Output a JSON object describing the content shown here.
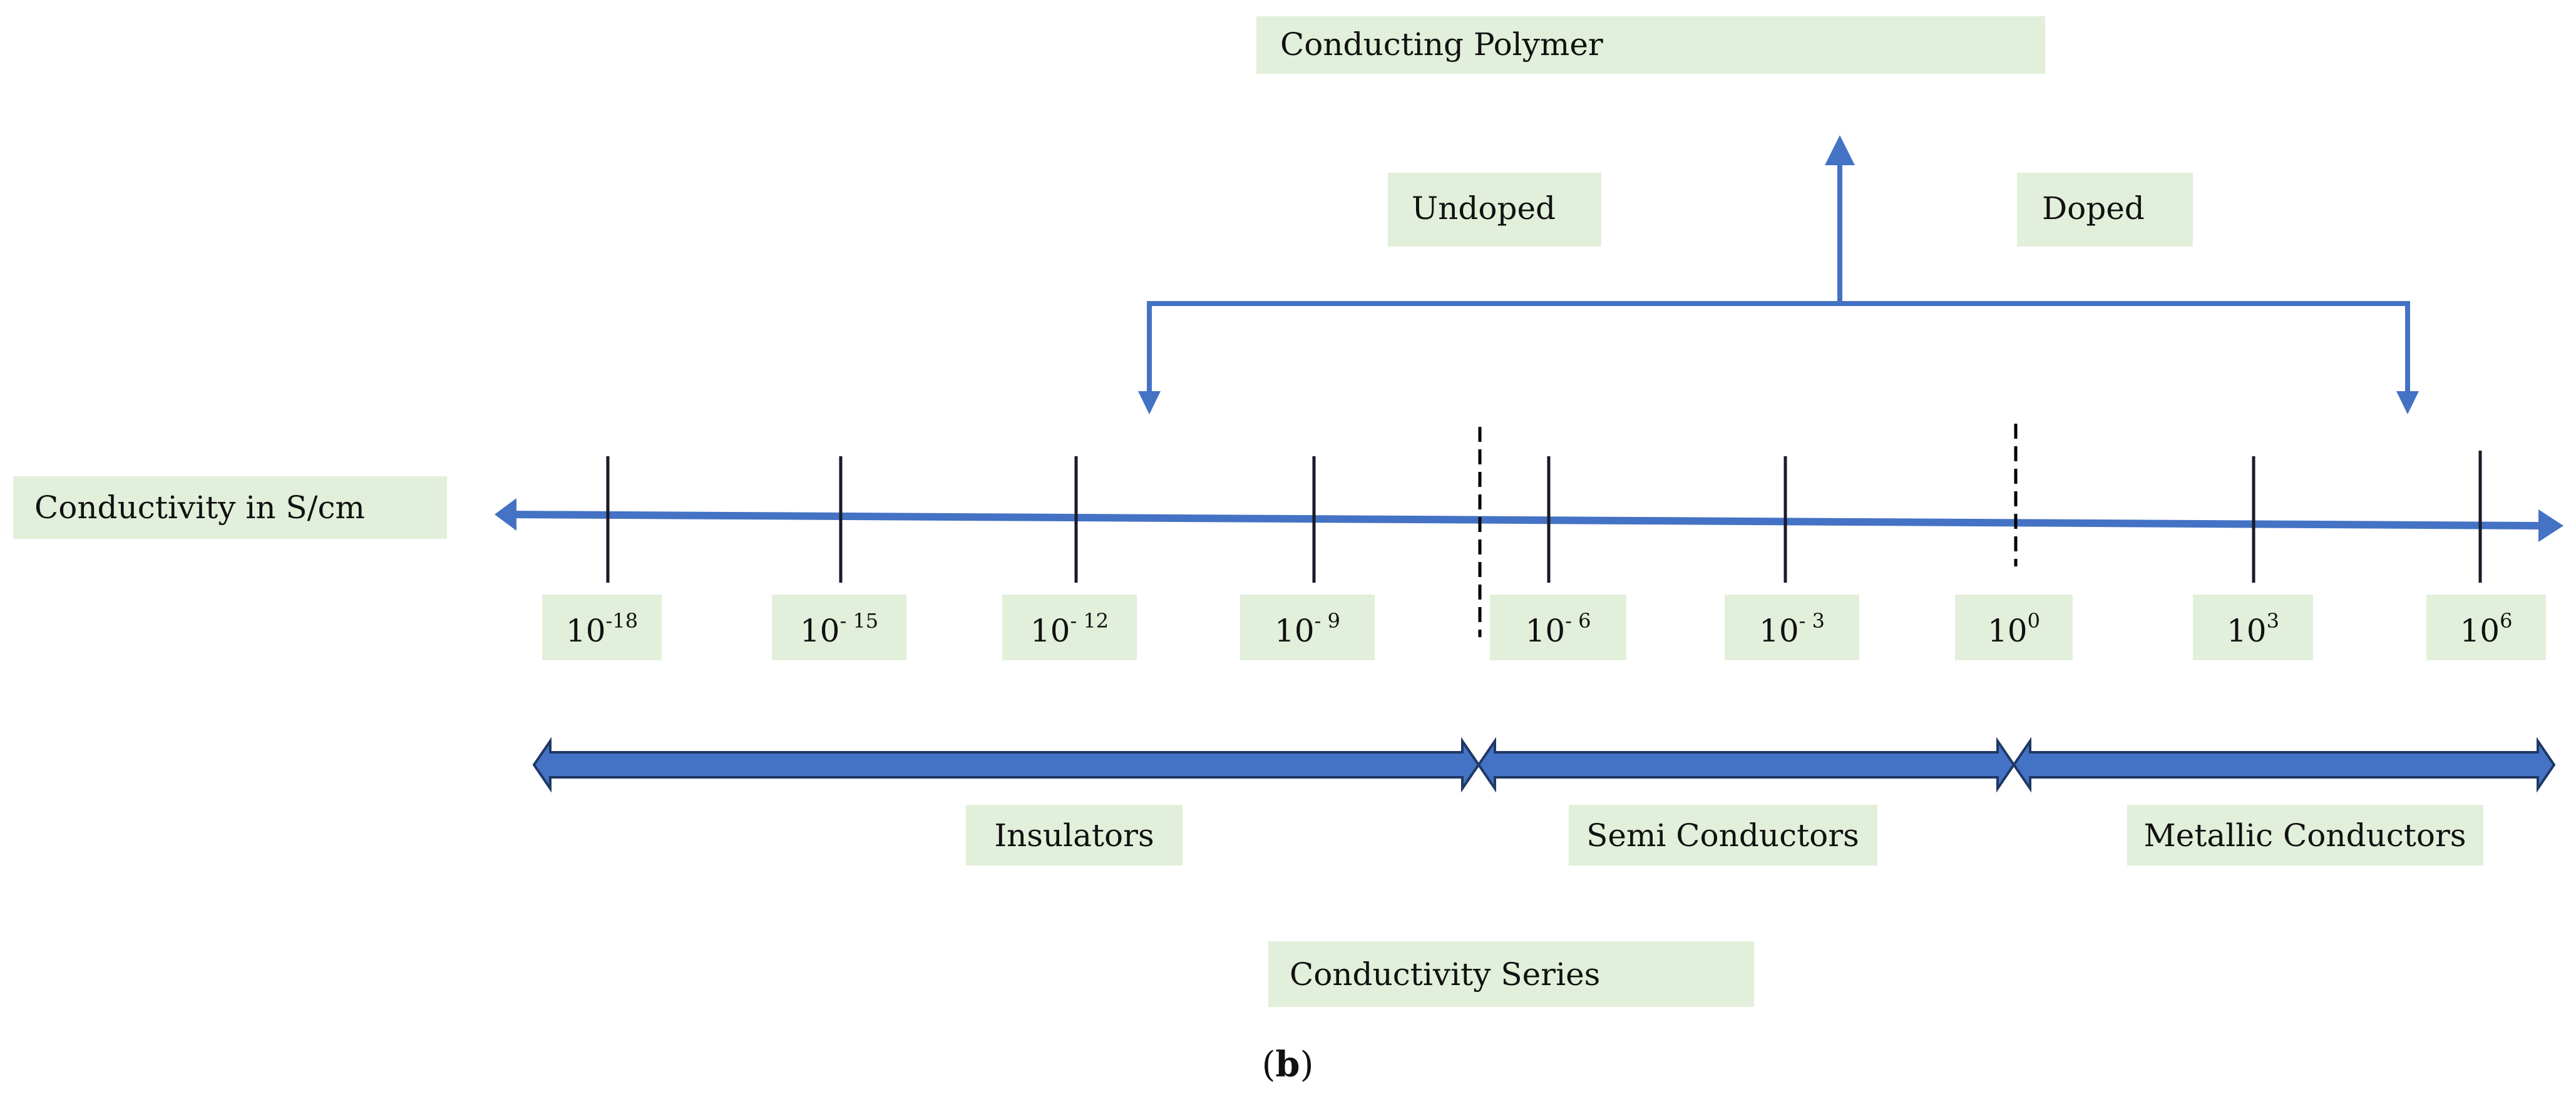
{
  "colors": {
    "axis": "#4472c4",
    "band_fill": "#4472c4",
    "band_edge": "#1f3864",
    "label_box": "#e2efda",
    "tick": "#1a1a2a"
  },
  "title_box": "Conducting Polymer",
  "undoped": "Undoped",
  "doped": "Doped",
  "axis_label": "Conductivity in S/cm",
  "ticks": [
    {
      "base": "10",
      "exp": "-18"
    },
    {
      "base": "10",
      "exp": "- 15"
    },
    {
      "base": "10",
      "exp": "- 12"
    },
    {
      "base": "10",
      "exp": "- 9"
    },
    {
      "base": "10",
      "exp": "- 6"
    },
    {
      "base": "10",
      "exp": "- 3"
    },
    {
      "base": "10",
      "exp": "0"
    },
    {
      "base": "10",
      "exp": "3"
    },
    {
      "base": "10",
      "exp": "6"
    }
  ],
  "ranges": [
    "Insulators",
    "Semi Conductors",
    "Metallic Conductors"
  ],
  "series_label": "Conductivity Series",
  "caption": {
    "open": "(",
    "letter": "b",
    "close": ")"
  }
}
